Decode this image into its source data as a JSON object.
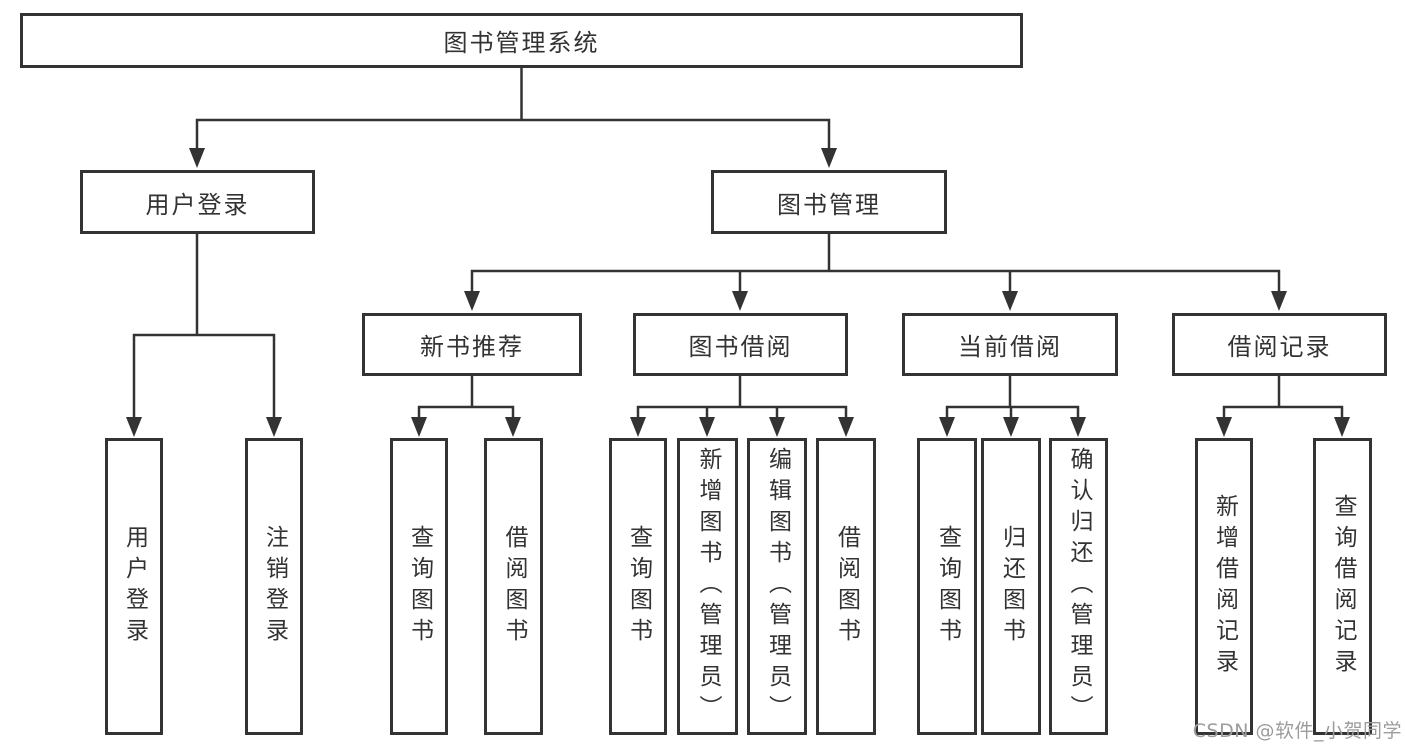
{
  "diagram": {
    "root": {
      "label": "图书管理系统"
    },
    "level1": [
      {
        "label": "用户登录"
      },
      {
        "label": "图书管理"
      }
    ],
    "level2": [
      {
        "label": "新书推荐"
      },
      {
        "label": "图书借阅"
      },
      {
        "label": "当前借阅"
      },
      {
        "label": "借阅记录"
      }
    ],
    "leaves": {
      "user_login": [
        "用户登录",
        "注销登录"
      ],
      "new_book": [
        "查询图书",
        "借阅图书"
      ],
      "book_borrow": [
        "查询图书",
        "新增图书（管理员）",
        "编辑图书（管理员）",
        "借阅图书"
      ],
      "current_borrow": [
        "查询图书",
        "归还图书",
        "确认归还（管理员）"
      ],
      "borrow_record": [
        "新增借阅记录",
        "查询借阅记录"
      ]
    }
  },
  "watermark": {
    "text": "CSDN @软件_小贺同学"
  },
  "colors": {
    "line": "#333333",
    "text": "#333333",
    "box_background": "#ffffff",
    "watermark": "#9c9c9c"
  }
}
